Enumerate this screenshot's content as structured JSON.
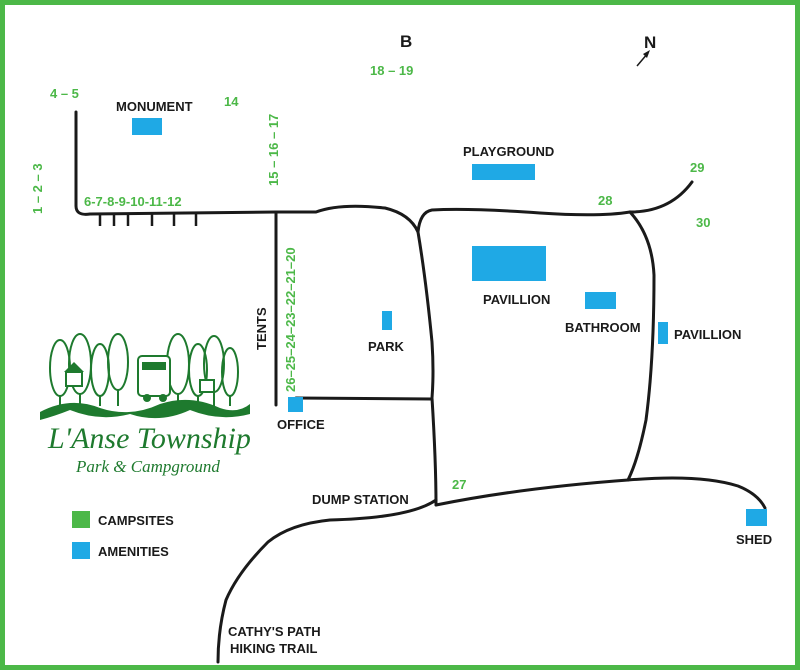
{
  "colors": {
    "border": "#4cb848",
    "campsite": "#4cb848",
    "amenity": "#1fa9e5",
    "road": "#1a1a1a",
    "logo": "#1e7a2e"
  },
  "compass": {
    "label": "N",
    "icon": "north-arrow-icon"
  },
  "marker_b": "B",
  "campsites": {
    "s1_3": "1 – 2 – 3",
    "s4_5": "4 – 5",
    "s6_12": "6-7-8-9-10-11-12",
    "s14": "14",
    "s15_17": "15 – 16 – 17",
    "s18_19": "18 – 19",
    "s20_26": "26–25–24–23–22–21–20",
    "s27": "27",
    "s28": "28",
    "s29": "29",
    "s30": "30"
  },
  "amenities": {
    "monument": "MONUMENT",
    "playground": "PLAYGROUND",
    "pavillion_main": "PAVILLION",
    "bathroom": "BATHROOM",
    "pavillion_east": "PAVILLION",
    "park": "PARK",
    "office": "OFFICE",
    "shed": "SHED"
  },
  "places": {
    "tents": "TENTS",
    "dump_station": "DUMP STATION",
    "trail_line1": "CATHY'S PATH",
    "trail_line2": "HIKING TRAIL"
  },
  "logo": {
    "title": "L'Anse Township",
    "subtitle": "Park & Campground"
  },
  "legend": {
    "campsites": "CAMPSITES",
    "amenities": "AMENITIES"
  }
}
